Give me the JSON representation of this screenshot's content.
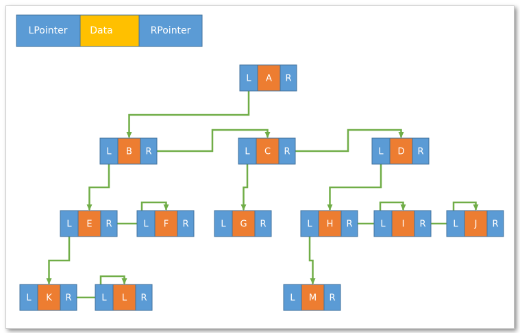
{
  "colors": {
    "pointer": "#5b9bd5",
    "data": "#ed7d31",
    "legend_data": "#ffc000",
    "border": "#41719c",
    "arrow": "#70ad47"
  },
  "legend": {
    "left_label": "LPointer",
    "data_label": "Data",
    "right_label": "RPointer"
  },
  "nodes": [
    {
      "id": "A",
      "left": "L",
      "data": "A",
      "right": "R"
    },
    {
      "id": "B",
      "left": "L",
      "data": "B",
      "right": "R"
    },
    {
      "id": "C",
      "left": "L",
      "data": "C",
      "right": "R"
    },
    {
      "id": "D",
      "left": "L",
      "data": "D",
      "right": "R"
    },
    {
      "id": "E",
      "left": "L",
      "data": "E",
      "right": "R"
    },
    {
      "id": "F",
      "left": "L",
      "data": "F",
      "right": "R"
    },
    {
      "id": "G",
      "left": "L",
      "data": "G",
      "right": "R"
    },
    {
      "id": "H",
      "left": "L",
      "data": "H",
      "right": "R"
    },
    {
      "id": "I",
      "left": "L",
      "data": "I",
      "right": "R"
    },
    {
      "id": "J",
      "left": "L",
      "data": "J",
      "right": "R"
    },
    {
      "id": "K",
      "left": "L",
      "data": "K",
      "right": "R"
    },
    {
      "id": "L",
      "left": "L",
      "data": "L",
      "right": "R"
    },
    {
      "id": "M",
      "left": "L",
      "data": "M",
      "right": "R"
    }
  ],
  "edges": [
    {
      "from": "A",
      "port": "L",
      "to": "B"
    },
    {
      "from": "B",
      "port": "L",
      "to": "E"
    },
    {
      "from": "B",
      "port": "R",
      "to": "C"
    },
    {
      "from": "C",
      "port": "L",
      "to": "G"
    },
    {
      "from": "C",
      "port": "R",
      "to": "D"
    },
    {
      "from": "D",
      "port": "L",
      "to": "H"
    },
    {
      "from": "E",
      "port": "L",
      "to": "K"
    },
    {
      "from": "E",
      "port": "R",
      "to": "F"
    },
    {
      "from": "H",
      "port": "L",
      "to": "M"
    },
    {
      "from": "H",
      "port": "R",
      "to": "I"
    },
    {
      "from": "I",
      "port": "R",
      "to": "J"
    },
    {
      "from": "K",
      "port": "R",
      "to": "L"
    }
  ]
}
